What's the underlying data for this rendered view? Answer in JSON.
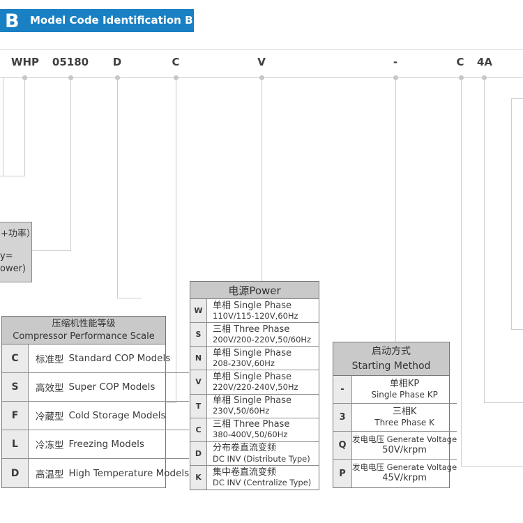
{
  "banner": {
    "letter": "B",
    "title": "Model Code Identification B",
    "bg_color": "#1a80c4"
  },
  "model_code": {
    "segments": [
      "WHP",
      "05180",
      "D",
      "C",
      "V",
      "-",
      "C",
      "4A"
    ]
  },
  "capacity_box": {
    "line1": "+功率）",
    "line2": "y=",
    "line3": "ower)"
  },
  "performance_table": {
    "header_cn": "压缩机性能等级",
    "header_en": "Compressor Performance Scale",
    "rows": [
      {
        "code": "C",
        "cn": "标准型",
        "en": "Standard COP Models"
      },
      {
        "code": "S",
        "cn": "高效型",
        "en": "Super COP Models"
      },
      {
        "code": "F",
        "cn": "冷藏型",
        "en": "Cold Storage Models"
      },
      {
        "code": "L",
        "cn": "冷冻型",
        "en": "Freezing Models"
      },
      {
        "code": "D",
        "cn": "高温型",
        "en": "High Temperature Models"
      }
    ]
  },
  "power_table": {
    "header": "电源Power",
    "rows": [
      {
        "code": "W",
        "line1": "单相 Single Phase",
        "line2": "110V/115-120V,60Hz"
      },
      {
        "code": "S",
        "line1": "三相 Three Phase",
        "line2": "200V/200-220V,50/60Hz"
      },
      {
        "code": "N",
        "line1": "单相 Single Phase",
        "line2": "208-230V,60Hz"
      },
      {
        "code": "V",
        "line1": "单相 Single Phase",
        "line2": "220V/220-240V,50Hz"
      },
      {
        "code": "T",
        "line1": "单相 Single Phase",
        "line2": "230V,50/60Hz"
      },
      {
        "code": "C",
        "line1": "三相 Three Phase",
        "line2": "380-400V,50/60Hz"
      },
      {
        "code": "D",
        "line1": "分布卷直流变频",
        "line2": "DC INV (Distribute Type)"
      },
      {
        "code": "K",
        "line1": "集中卷直流变频",
        "line2": "DC INV (Centralize Type)"
      }
    ]
  },
  "starting_table": {
    "header_cn": "启动方式",
    "header_en": "Starting Method",
    "rows": [
      {
        "code": "-",
        "line1": "单相KP",
        "line2": "Single Phase KP"
      },
      {
        "code": "3",
        "line1": "三相K",
        "line2": "Three Phase K"
      },
      {
        "code": "Q",
        "line1": "发电电压 Generate Voltage",
        "line2": "50V/krpm"
      },
      {
        "code": "P",
        "line1": "发电电压 Generate Voltage",
        "line2": "45V/krpm"
      }
    ]
  },
  "colors": {
    "banner_blue": "#1a80c4",
    "table_header_gray": "#c9c9c9",
    "code_cell_gray": "#ebebeb",
    "border_gray": "#7e7e7e",
    "connector_gray": "#cdcdcd"
  }
}
